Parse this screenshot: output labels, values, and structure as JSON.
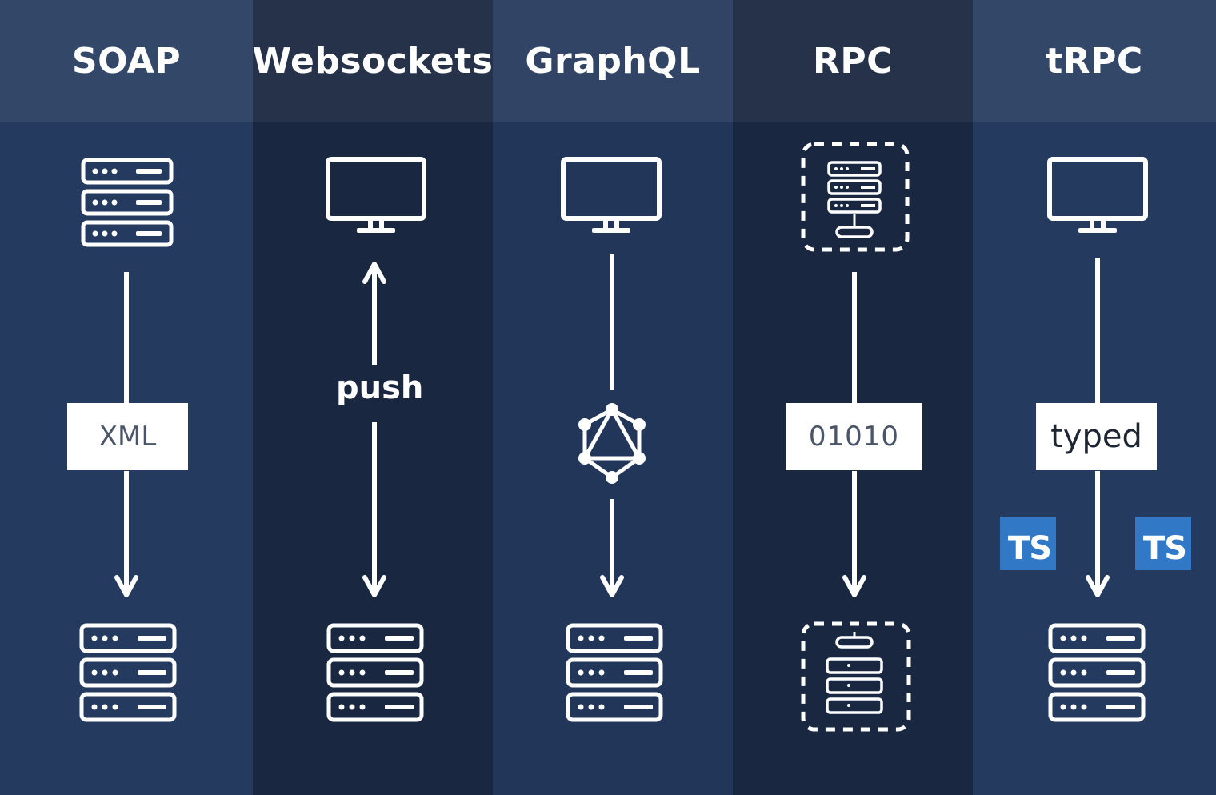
{
  "columns": [
    {
      "title": "SOAP",
      "label": "XML"
    },
    {
      "title": "Websockets",
      "label": "push"
    },
    {
      "title": "GraphQL"
    },
    {
      "title": "RPC",
      "label": "01010"
    },
    {
      "title": "tRPC",
      "label": "typed",
      "badges": [
        "TS",
        "TS"
      ]
    }
  ],
  "icons": {
    "server": "server-stack-icon",
    "monitor": "monitor-icon",
    "graphql": "graphql-logo-icon",
    "server_dashed": "dashed-server-icon"
  },
  "colors": {
    "background": "#1f2f4a",
    "line": "#ffffff",
    "badge": "#3178c6",
    "label_text": "#4a5568"
  }
}
